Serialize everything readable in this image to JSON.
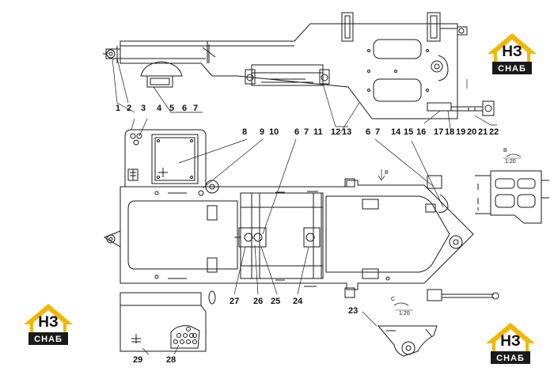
{
  "callouts": [
    "1",
    "2",
    "3",
    "4",
    "5",
    "6",
    "7",
    "8",
    "9",
    "10",
    "6",
    "7",
    "11",
    "12",
    "13",
    "6",
    "7",
    "14",
    "15",
    "16",
    "17",
    "18",
    "19",
    "20",
    "21",
    "22",
    "23",
    "24",
    "25",
    "26",
    "27",
    "28",
    "29"
  ],
  "views": {
    "b_label": "B",
    "b_scale": "1:20",
    "c_label": "C",
    "c_scale": "1:20",
    "b_arrow": "B"
  },
  "logo": {
    "mark": "НЗ",
    "text": "СНАБ",
    "accent": "#f2b705",
    "dark": "#1a1a1a"
  },
  "colors": {
    "line": "#1a1a1a",
    "background": "#ffffff"
  }
}
